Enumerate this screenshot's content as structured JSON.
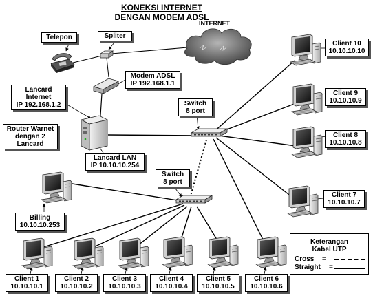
{
  "title": {
    "line1": "KONEKSI INTERNET",
    "line2": "DENGAN MODEM ADSL"
  },
  "internet_label": "INTERNET",
  "telepon": "Telepon",
  "spliter": "Spliter",
  "modem": {
    "line1": "Modem ADSL",
    "line2": "IP 192.168.1.1"
  },
  "lancard_internet": {
    "line1": "Lancard",
    "line2": "Internet",
    "line3": "IP 192.168.1.2"
  },
  "router": {
    "line1": "Router Warnet",
    "line2": "dengan 2",
    "line3": "Lancard"
  },
  "lancard_lan": {
    "line1": "Lancard LAN",
    "line2": "IP 10.10.10.254"
  },
  "switch_top": {
    "line1": "Switch",
    "line2": "8 port"
  },
  "switch_bottom": {
    "line1": "Switch",
    "line2": "8 port"
  },
  "billing": {
    "line1": "Billing",
    "line2": "10.10.10.253"
  },
  "clients_right": [
    {
      "name": "Client 10",
      "ip": "10.10.10.10"
    },
    {
      "name": "Client 9",
      "ip": "10.10.10.9"
    },
    {
      "name": "Client 8",
      "ip": "10.10.10.8"
    },
    {
      "name": "Client 7",
      "ip": "10.10.10.7"
    }
  ],
  "clients_bottom": [
    {
      "name": "Client 1",
      "ip": "10.10.10.1"
    },
    {
      "name": "Client 2",
      "ip": "10.10.10.2"
    },
    {
      "name": "Client 3",
      "ip": "10.10.10.3"
    },
    {
      "name": "Client 4",
      "ip": "10.10.10.4"
    },
    {
      "name": "Client 5",
      "ip": "10.10.10.5"
    },
    {
      "name": "Client 6",
      "ip": "10.10.10.6"
    }
  ],
  "legend": {
    "title1": "Keterangan",
    "title2": "Kabel UTP",
    "cross": "Cross",
    "straight": "Straight"
  },
  "legend_separator": "=",
  "colors": {
    "line": "#000000",
    "case": "#d9d9d9",
    "screen": "#1a1a1a",
    "cloud": "#6f6f6f"
  }
}
